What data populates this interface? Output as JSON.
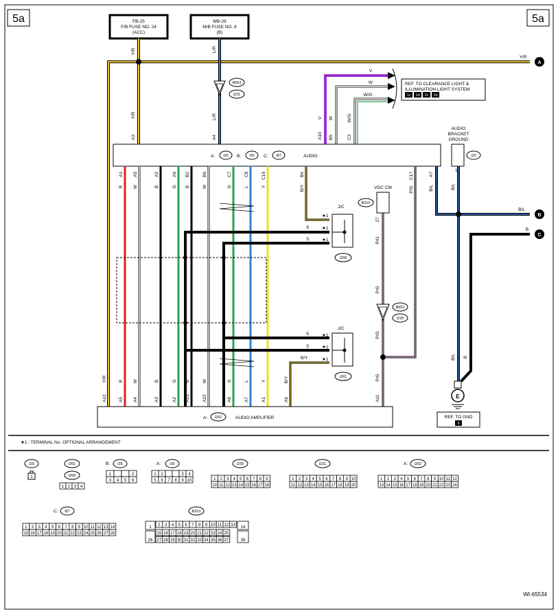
{
  "page_label_left": "5a",
  "page_label_right": "5a",
  "fuse_fb25": {
    "line1": "FB-25",
    "line2": "F/B FUSE NO. 24",
    "line3": "(ACC)"
  },
  "fuse_mb29": {
    "line1": "MB-29",
    "line2": "M/B FUSE NO. 8",
    "line3": "(B)"
  },
  "ref_clearance": {
    "line1": "REF. TO CLEARANCE LIGHT &",
    "line2": "ILLUMINATION LIGHT SYSTEM",
    "badges": [
      "1c",
      "1d",
      "2c",
      "2d"
    ]
  },
  "audio_bracket_ground": {
    "line1": "AUDIO",
    "line2": "BRACKET",
    "line3": "GROUND",
    "connector": "i29",
    "pin": "1"
  },
  "audio_unit": {
    "label": "AUDIO",
    "prefix_a": "A:",
    "conn_a": "i35",
    "prefix_b": "B:",
    "conn_b": "i36",
    "prefix_c": "C:",
    "conn_c": "i87"
  },
  "audio_amp": {
    "label": "AUDIO AMPLIFIER",
    "prefix": "A:",
    "conn": "i262"
  },
  "vdc_cm": {
    "label": "VDC CM",
    "connector": "B310",
    "pin": "27"
  },
  "joint_top": {
    "label": "J/C",
    "connector": "i268"
  },
  "joint_bottom": {
    "label": "J/C",
    "connector": "i261"
  },
  "connector_b553": "B553",
  "connector_i231": "i231",
  "connector_b552": "B552",
  "connector_i230": "i230",
  "ground_e": {
    "symbol": "E",
    "ref_line": "REF. TO GND",
    "badge": "9"
  },
  "terminals": {
    "A": "A",
    "B": "B",
    "C": "C"
  },
  "wire_labels": {
    "yr_top": "Y/R",
    "lr_top": "L/R",
    "yr_mid": "Y/R",
    "lr_mid": "L/R",
    "v": "V",
    "w": "W",
    "wg": "W/G",
    "yr_right": "Y/R",
    "bl_right": "B/L",
    "b_right": "B",
    "a10": "A10",
    "b5": "B5",
    "c3": "C3",
    "a3": "A3",
    "a4": "A4",
    "v_vert": "V",
    "w_vert": "W",
    "wg_vert": "W/G"
  },
  "audio_pins_top": [
    "A1",
    "A5",
    "A2",
    "A6",
    "B2",
    "B6",
    "C7",
    "C8",
    "C16",
    "B4",
    "C17",
    "A7"
  ],
  "audio_wires_top": [
    "R",
    "W",
    "B",
    "G",
    "B",
    "W",
    "G",
    "L",
    "Y",
    "B/Y",
    "P/G",
    "B/L"
  ],
  "amp_pins": [
    "A12",
    "A5",
    "A4",
    "A3",
    "A2",
    "A23",
    "A22",
    "A8",
    "A7",
    "A1",
    "A6",
    "A11"
  ],
  "amp_wires": [
    "Y/R",
    "R",
    "W",
    "B",
    "G",
    "B",
    "W",
    "G",
    "L",
    "Y",
    "B/Y",
    "P/G"
  ],
  "misc_wires": {
    "s": "S",
    "star1": "★1",
    "by": "B/Y",
    "pg": "P/G",
    "bl": "B/L",
    "b": "B"
  },
  "footnote": "★1   : TERMINAL No. OPTIONAL ARRANGEMENT",
  "legend": {
    "i29": "i29",
    "i261": "i261",
    "i268": "i268",
    "i36": "i36",
    "i35": "i35",
    "i230": "i230",
    "i231": "i231",
    "i262": "i262",
    "i87": "i87",
    "b310": "B310",
    "prefix_b": "B:",
    "prefix_a": "A:",
    "prefix_a2": "A:",
    "prefix_c": "C:"
  },
  "figure_id": "WI-65534",
  "colors": {
    "yr": "#f4c430",
    "lr": "#3a78d8",
    "violet": "#9b30d0",
    "green": "#2ca050",
    "blue": "#2f7fd9",
    "yellow": "#f0dc20",
    "red": "#e02020",
    "pink": "#d8a0d8"
  }
}
